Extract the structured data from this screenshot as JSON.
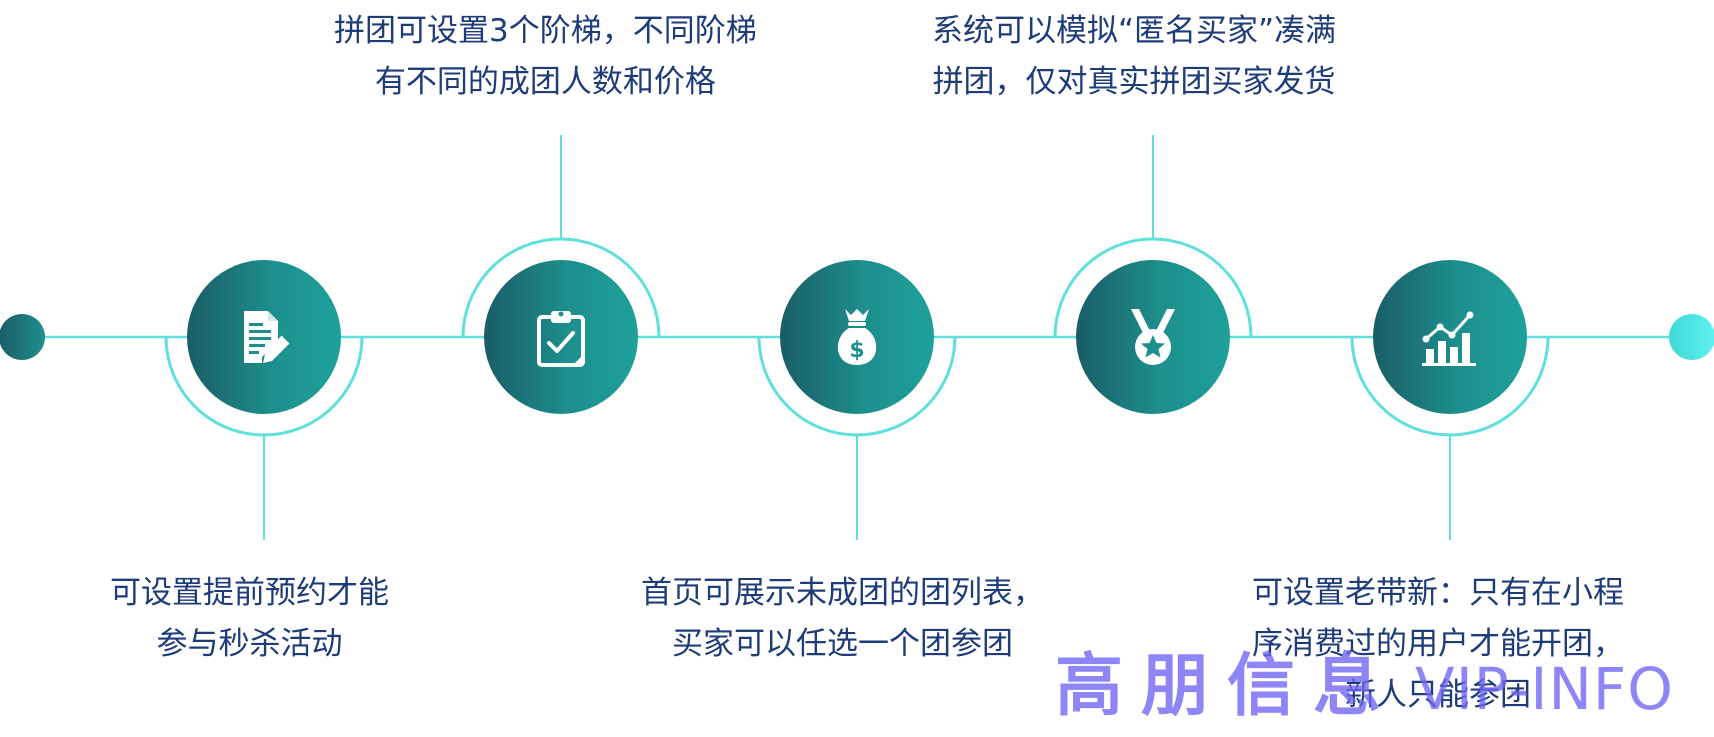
{
  "colors": {
    "line": "#5fe0dc",
    "node_dark": "#1a5d66",
    "node_light": "#1ea19b",
    "text": "#1f3c7a",
    "watermark": "#6e64f5"
  },
  "steps": [
    {
      "icon": "document-edit-icon",
      "caption_position": "below",
      "lines": [
        "可设置提前预约才能",
        "参与秒杀活动"
      ]
    },
    {
      "icon": "clipboard-check-icon",
      "caption_position": "above",
      "lines": [
        "拼团可设置3个阶梯，不同阶梯",
        "有不同的成团人数和价格"
      ]
    },
    {
      "icon": "money-bag-icon",
      "caption_position": "below",
      "lines": [
        "首页可展示未成团的团列表，",
        "买家可以任选一个团参团"
      ]
    },
    {
      "icon": "medal-icon",
      "caption_position": "above",
      "lines": [
        "系统可以模拟“匿名买家”凑满",
        "拼团，仅对真实拼团买家发货"
      ]
    },
    {
      "icon": "growth-chart-icon",
      "caption_position": "below",
      "lines": [
        "可设置老带新：只有在小程",
        "序消费过的用户才能开团，",
        "新人只能参团"
      ]
    }
  ],
  "watermark": {
    "cn": "高朋信息",
    "en": "VIP-INFO"
  }
}
